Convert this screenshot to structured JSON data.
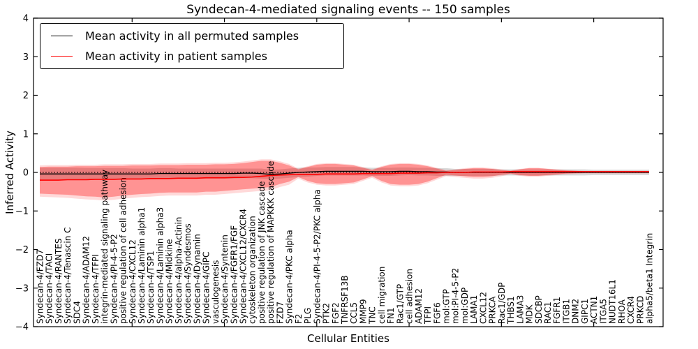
{
  "figure": {
    "title": "Syndecan-4-mediated signaling events -- 150 samples",
    "xlabel": "Cellular Entities",
    "ylabel": "Inferred Activity"
  },
  "legend": {
    "items": [
      {
        "label": "Mean activity in all permuted samples",
        "color": "#000000"
      },
      {
        "label": "Mean activity in patient samples",
        "color": "#ff0000"
      }
    ]
  },
  "chart_data": {
    "type": "line",
    "title": "Syndecan-4-mediated signaling events -- 150 samples",
    "xlabel": "Cellular Entities",
    "ylabel": "Inferred Activity",
    "ylim": [
      -4,
      4
    ],
    "yticks": [
      -4,
      -3,
      -2,
      -1,
      0,
      1,
      2,
      3,
      4
    ],
    "xticks": [
      10,
      20,
      30,
      40,
      50,
      60
    ],
    "grid": false,
    "legend_position": "upper left",
    "zero_line": {
      "value": 0,
      "style": "dotted",
      "color": "#000000"
    },
    "categories": [
      "Syndecan-4/FZD7",
      "Syndecan-4/TACI",
      "Syndecan-4/RANTES",
      "Syndecan-4/Tenascin C",
      "SDC4",
      "Syndecan-4/ADAM12",
      "Syndecan-4/TFPI",
      "integrin-mediated signaling pathway",
      "Syndecan-4/PI-4-5-P2",
      "positive regulation of cell adhesion",
      "Syndecan-4/CXCL12",
      "Syndecan-4/Laminin alpha1",
      "Syndecan-4/TSP1",
      "Syndecan-4/Laminin alpha3",
      "Syndecan-4/Midkine",
      "Syndecan-4/alpha-Actinin",
      "Syndecan-4/Syndesmos",
      "Syndecan-4/Dynamin",
      "Syndecan-4/GIPC",
      "vasculogenesis",
      "Syndecan-4/Syntenin",
      "Syndecan-4/FGFR1/FGF",
      "Syndecan-4/CXCL12/CXCR4",
      "cytoskeleton organization",
      "positive regulation of JNK cascade",
      "positive regulation of MAPKKK cascade",
      "FZD7",
      "Syndecan-4/PKC alpha",
      "F2",
      "PLG",
      "Syndecan-4/PI-4-5-P2/PKC alpha",
      "PTK2",
      "FGF2",
      "TNFRSF13B",
      "CCL5",
      "MMP9",
      "TNC",
      "cell migration",
      "FN1",
      "Rac1/GTP",
      "cell adhesion",
      "ADAM12",
      "TFPI",
      "FGF6",
      "mol:GTP",
      "mol:PI-4-5-P2",
      "mol:GDP",
      "LAMA1",
      "CXCL12",
      "PRKCA",
      "Rac1/GDP",
      "THBS1",
      "LAMA3",
      "MDK",
      "SDCBP",
      "RAC1",
      "FGFR1",
      "ITGB1",
      "DNM2",
      "GIPC1",
      "ACTN1",
      "ITGA5",
      "NUDT16L1",
      "RHOA",
      "CXCR4",
      "PRKCD",
      "alpha5/beta1 Integrin"
    ],
    "series": [
      {
        "name": "Mean activity in all permuted samples",
        "color": "#000000",
        "style": "solid",
        "values": [
          -0.04,
          -0.04,
          -0.04,
          -0.04,
          -0.04,
          -0.04,
          -0.04,
          -0.04,
          -0.04,
          -0.04,
          -0.04,
          -0.04,
          -0.04,
          -0.03,
          -0.03,
          -0.03,
          -0.03,
          -0.03,
          -0.03,
          -0.03,
          -0.03,
          -0.03,
          -0.02,
          -0.02,
          -0.03,
          -0.05,
          -0.04,
          -0.02,
          0.0,
          0.01,
          0.02,
          0.03,
          0.03,
          0.03,
          0.03,
          0.03,
          0.02,
          0.02,
          0.02,
          0.03,
          0.03,
          0.02,
          0.02,
          0.01,
          0.01,
          0.0,
          0.0,
          0.0,
          0.0,
          0.0,
          0.0,
          0.0,
          0.0,
          0.0,
          0.0,
          0.0,
          0.0,
          0.0,
          0.0,
          0.0,
          0.0,
          0.0,
          0.0,
          0.0,
          0.0,
          0.0,
          0.0
        ]
      },
      {
        "name": "Mean activity in patient samples",
        "color": "#ff0000",
        "style": "solid",
        "values": [
          -0.2,
          -0.2,
          -0.2,
          -0.19,
          -0.19,
          -0.19,
          -0.18,
          -0.18,
          -0.18,
          -0.17,
          -0.17,
          -0.17,
          -0.16,
          -0.16,
          -0.16,
          -0.15,
          -0.15,
          -0.15,
          -0.14,
          -0.14,
          -0.14,
          -0.13,
          -0.13,
          -0.12,
          -0.1,
          -0.08,
          -0.07,
          -0.06,
          -0.05,
          -0.05,
          -0.05,
          -0.04,
          -0.04,
          -0.04,
          -0.04,
          -0.03,
          -0.03,
          -0.03,
          -0.03,
          -0.02,
          -0.02,
          -0.02,
          -0.01,
          -0.01,
          0.0,
          0.0,
          0.0,
          0.01,
          0.01,
          0.01,
          0.01,
          0.02,
          0.02,
          0.02,
          0.02,
          0.02,
          0.02,
          0.02,
          0.02,
          0.02,
          0.02,
          0.02,
          0.02,
          0.02,
          0.02,
          0.02,
          0.02
        ]
      }
    ],
    "bands": [
      {
        "name": "permuted-std",
        "color": "#999999",
        "opacity": 0.38,
        "upper": [
          0.12,
          0.12,
          0.12,
          0.12,
          0.12,
          0.11,
          0.11,
          0.11,
          0.11,
          0.11,
          0.1,
          0.1,
          0.1,
          0.11,
          0.11,
          0.1,
          0.1,
          0.1,
          0.1,
          0.1,
          0.1,
          0.1,
          0.1,
          0.1,
          0.1,
          0.07,
          0.08,
          0.1,
          0.12,
          0.13,
          0.13,
          0.14,
          0.14,
          0.14,
          0.14,
          0.13,
          0.12,
          0.12,
          0.12,
          0.13,
          0.13,
          0.12,
          0.12,
          0.11,
          0.11,
          0.09,
          0.09,
          0.09,
          0.09,
          0.09,
          0.08,
          0.08,
          0.08,
          0.08,
          0.08,
          0.08,
          0.08,
          0.08,
          0.08,
          0.08,
          0.07,
          0.07,
          0.07,
          0.07,
          0.07,
          0.07,
          0.07
        ],
        "lower": [
          -0.2,
          -0.2,
          -0.2,
          -0.2,
          -0.2,
          -0.19,
          -0.19,
          -0.19,
          -0.19,
          -0.19,
          -0.18,
          -0.18,
          -0.18,
          -0.17,
          -0.17,
          -0.16,
          -0.16,
          -0.16,
          -0.16,
          -0.16,
          -0.16,
          -0.16,
          -0.15,
          -0.15,
          -0.16,
          -0.17,
          -0.16,
          -0.14,
          -0.12,
          -0.11,
          -0.09,
          -0.08,
          -0.08,
          -0.08,
          -0.08,
          -0.08,
          -0.09,
          -0.09,
          -0.09,
          -0.08,
          -0.07,
          -0.08,
          -0.08,
          -0.09,
          -0.09,
          -0.09,
          -0.09,
          -0.09,
          -0.09,
          -0.09,
          -0.08,
          -0.08,
          -0.08,
          -0.08,
          -0.08,
          -0.08,
          -0.08,
          -0.08,
          -0.08,
          -0.08,
          -0.07,
          -0.07,
          -0.07,
          -0.07,
          -0.07,
          -0.07,
          -0.07
        ]
      },
      {
        "name": "patient-range",
        "color": "#ff0000",
        "opacity": 0.15,
        "upper": [
          0.18,
          0.19,
          0.19,
          0.19,
          0.2,
          0.2,
          0.2,
          0.21,
          0.21,
          0.21,
          0.22,
          0.22,
          0.22,
          0.23,
          0.23,
          0.23,
          0.24,
          0.24,
          0.24,
          0.25,
          0.25,
          0.26,
          0.28,
          0.31,
          0.34,
          0.34,
          0.29,
          0.22,
          0.1,
          0.16,
          0.22,
          0.24,
          0.24,
          0.22,
          0.2,
          0.14,
          0.08,
          0.16,
          0.22,
          0.24,
          0.24,
          0.22,
          0.18,
          0.12,
          0.06,
          0.08,
          0.11,
          0.13,
          0.13,
          0.11,
          0.08,
          0.05,
          0.09,
          0.12,
          0.12,
          0.1,
          0.08,
          0.06,
          0.05,
          0.04,
          0.04,
          0.04,
          0.04,
          0.04,
          0.04,
          0.04,
          0.04
        ],
        "lower": [
          -0.63,
          -0.64,
          -0.65,
          -0.66,
          -0.68,
          -0.7,
          -0.71,
          -0.73,
          -0.71,
          -0.68,
          -0.66,
          -0.64,
          -0.63,
          -0.61,
          -0.6,
          -0.6,
          -0.6,
          -0.6,
          -0.58,
          -0.58,
          -0.56,
          -0.54,
          -0.52,
          -0.5,
          -0.48,
          -0.46,
          -0.38,
          -0.32,
          -0.16,
          -0.26,
          -0.32,
          -0.34,
          -0.34,
          -0.32,
          -0.3,
          -0.22,
          -0.14,
          -0.26,
          -0.34,
          -0.36,
          -0.36,
          -0.34,
          -0.28,
          -0.19,
          -0.1,
          -0.12,
          -0.14,
          -0.16,
          -0.16,
          -0.14,
          -0.1,
          -0.05,
          -0.09,
          -0.11,
          -0.11,
          -0.09,
          -0.07,
          -0.05,
          -0.04,
          -0.03,
          -0.03,
          -0.03,
          -0.03,
          -0.03,
          -0.03,
          -0.03,
          -0.03
        ]
      },
      {
        "name": "patient-std",
        "color": "#ff0000",
        "opacity": 0.32,
        "upper": [
          0.14,
          0.15,
          0.15,
          0.15,
          0.16,
          0.16,
          0.16,
          0.17,
          0.17,
          0.17,
          0.18,
          0.18,
          0.18,
          0.19,
          0.19,
          0.19,
          0.2,
          0.2,
          0.2,
          0.21,
          0.21,
          0.22,
          0.24,
          0.27,
          0.3,
          0.3,
          0.25,
          0.18,
          0.08,
          0.14,
          0.2,
          0.22,
          0.22,
          0.2,
          0.18,
          0.12,
          0.06,
          0.14,
          0.2,
          0.22,
          0.22,
          0.2,
          0.16,
          0.1,
          0.04,
          0.06,
          0.09,
          0.11,
          0.11,
          0.09,
          0.06,
          0.04,
          0.08,
          0.11,
          0.11,
          0.09,
          0.07,
          0.05,
          0.04,
          0.03,
          0.03,
          0.03,
          0.03,
          0.03,
          0.03,
          0.03,
          0.03
        ],
        "lower": [
          -0.55,
          -0.56,
          -0.57,
          -0.58,
          -0.6,
          -0.62,
          -0.63,
          -0.65,
          -0.63,
          -0.6,
          -0.58,
          -0.56,
          -0.55,
          -0.53,
          -0.52,
          -0.52,
          -0.52,
          -0.52,
          -0.5,
          -0.5,
          -0.48,
          -0.46,
          -0.44,
          -0.42,
          -0.4,
          -0.38,
          -0.3,
          -0.24,
          -0.12,
          -0.22,
          -0.28,
          -0.3,
          -0.3,
          -0.28,
          -0.26,
          -0.18,
          -0.1,
          -0.22,
          -0.3,
          -0.32,
          -0.32,
          -0.3,
          -0.24,
          -0.15,
          -0.06,
          -0.08,
          -0.1,
          -0.12,
          -0.12,
          -0.1,
          -0.06,
          -0.03,
          -0.07,
          -0.09,
          -0.09,
          -0.07,
          -0.05,
          -0.03,
          -0.02,
          -0.01,
          -0.01,
          -0.01,
          -0.01,
          -0.01,
          -0.01,
          -0.01,
          -0.01
        ]
      }
    ]
  }
}
